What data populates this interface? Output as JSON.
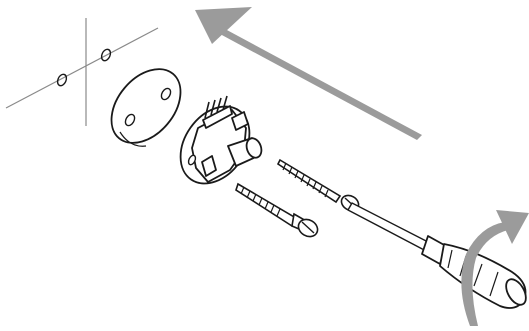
{
  "diagram": {
    "kind": "assembly-instruction",
    "colors": {
      "line": "#1a1a1a",
      "guide": "#9a9a9a",
      "arrow": "#9b9b9b",
      "fill": "#ffffff"
    },
    "parts": [
      {
        "name": "wall-guide-lines"
      },
      {
        "name": "mounting-plate"
      },
      {
        "name": "bracket"
      },
      {
        "name": "screw-long"
      },
      {
        "name": "screw-short"
      },
      {
        "name": "screwdriver"
      },
      {
        "name": "direction-arrow"
      },
      {
        "name": "rotation-arrow"
      }
    ]
  }
}
